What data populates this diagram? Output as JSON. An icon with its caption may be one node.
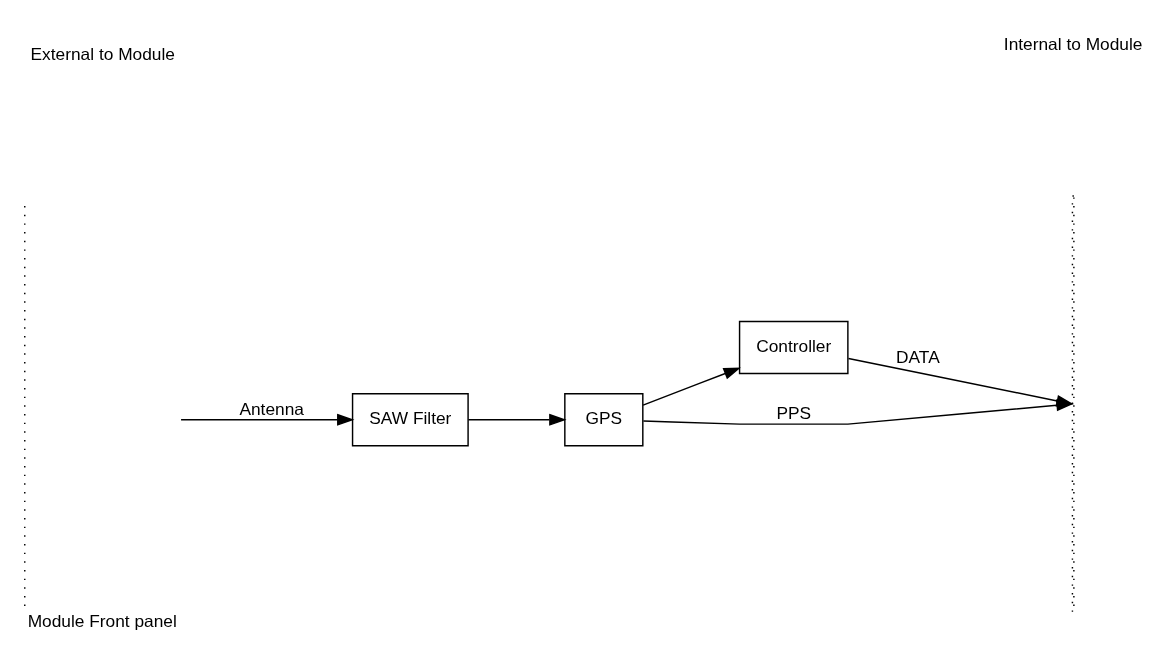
{
  "diagram": {
    "nodes": [
      {
        "text": [
          "Module Front panel"
        ]
      },
      {
        "text": [
          "SAW Filter"
        ]
      },
      {
        "text": [
          "GPS"
        ]
      },
      {
        "text": [
          "Controller"
        ]
      },
      {
        "text": [],
        "shape": "bar"
      }
    ],
    "edges": [
      {
        "from": 0,
        "to": 1,
        "arrow": "to",
        "label": "Antenna"
      },
      {
        "from": 1,
        "to": 2,
        "arrow": "to"
      },
      {
        "from": 2,
        "to": 4,
        "arrow": "to",
        "label": "PPS"
      },
      {
        "from": 2,
        "to": 3,
        "arrow": "to"
      },
      {
        "from": 3,
        "to": 4,
        "arrow": "to",
        "label": "DATA"
      }
    ],
    "labels": [
      "External to Module",
      "Internal to Module"
    ]
  }
}
